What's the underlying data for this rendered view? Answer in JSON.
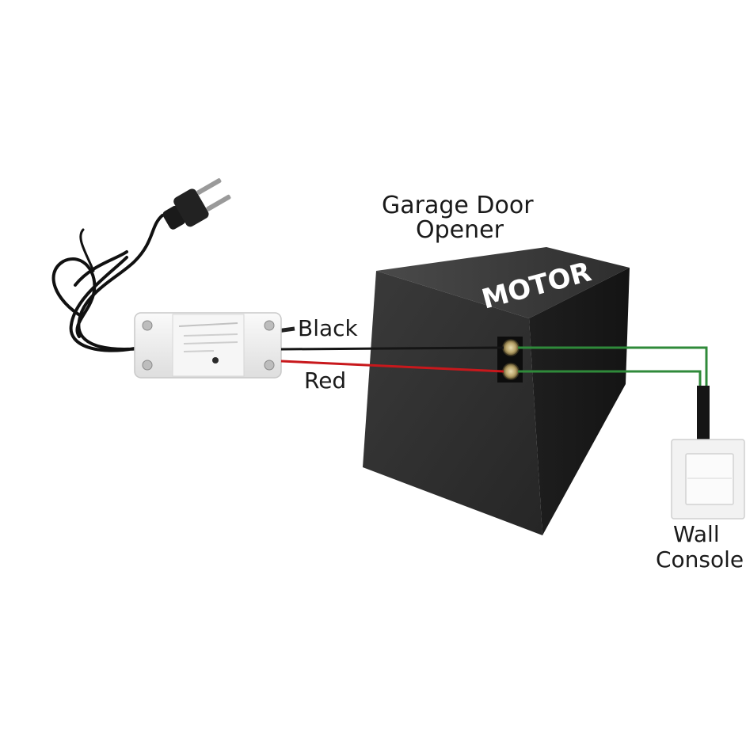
{
  "labels": {
    "opener_line1": "Garage Door",
    "opener_line2": "Opener",
    "motor": "MOTOR",
    "black_wire": "Black",
    "red_wire": "Red",
    "console_line1": "Wall",
    "console_line2": "Console"
  },
  "colors": {
    "motor_body": "#2b2b2b",
    "black_wire": "#151515",
    "red_wire": "#c8181c",
    "green_wire": "#2f8a3a",
    "relay_body": "#f1f1f1",
    "terminal": "#c9b98a"
  }
}
